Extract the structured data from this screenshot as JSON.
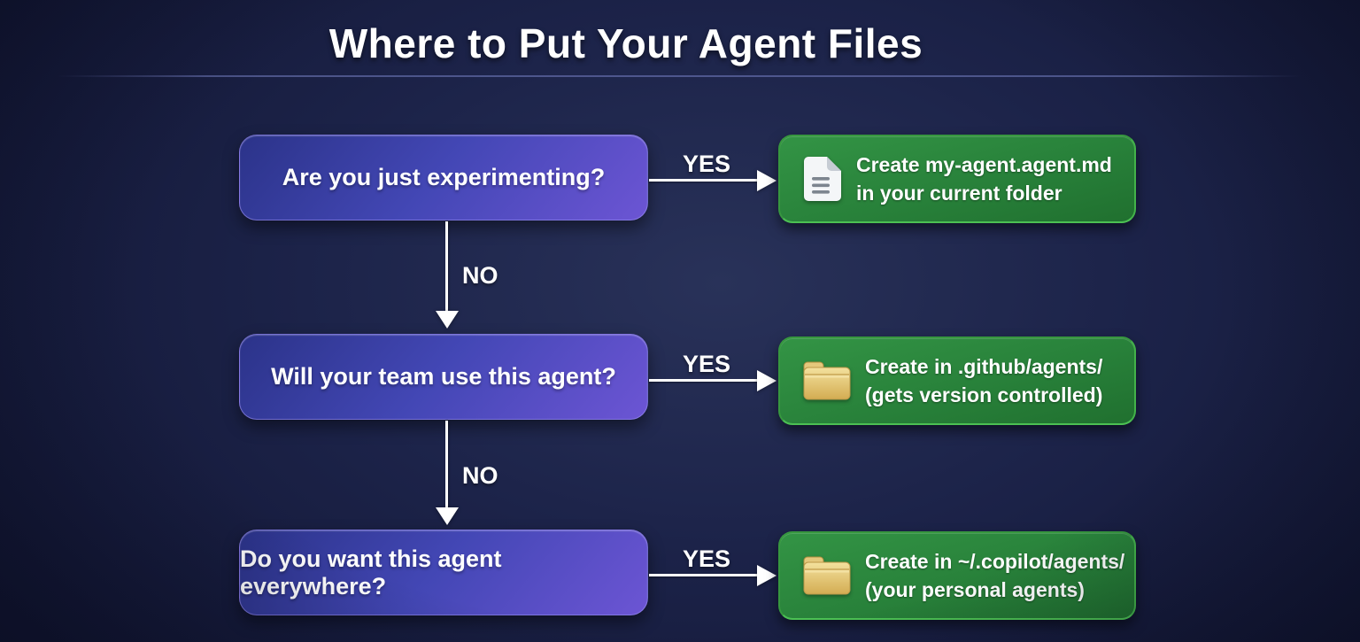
{
  "title": "Where to Put Your Agent Files",
  "colors": {
    "background_center": "#293259",
    "background_edge": "#121634",
    "question_box_gradient_start": "#2b3389",
    "question_box_gradient_end": "#6c55d4",
    "result_box_gradient_start": "#339445",
    "result_box_gradient_end": "#20702f",
    "result_box_border": "#43b24a",
    "arrow_color": "#ffffff",
    "document_icon_color": "#f4f6f8",
    "folder_icon_color": "#e9cf85"
  },
  "flow": {
    "rows": [
      {
        "question": "Are you just experimenting?",
        "yes_label": "YES",
        "no_label": "NO",
        "result_icon": "document-icon",
        "result_line1": "Create my-agent.agent.md",
        "result_line2": "in your current folder"
      },
      {
        "question": "Will your team use this agent?",
        "yes_label": "YES",
        "no_label": "NO",
        "result_icon": "folder-icon",
        "result_line1": "Create in .github/agents/",
        "result_line2": "(gets version controlled)"
      },
      {
        "question": "Do you want this agent everywhere?",
        "yes_label": "YES",
        "result_icon": "folder-icon",
        "result_line1": "Create in ~/.copilot/agents/",
        "result_line2": "(your personal agents)"
      }
    ]
  }
}
